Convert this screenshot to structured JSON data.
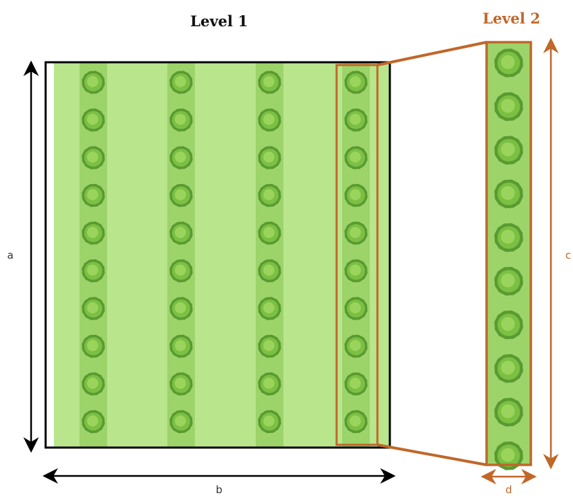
{
  "titles": {
    "level1": "Level 1",
    "level2": "Level 2"
  },
  "dimensions": {
    "a": "a",
    "b": "b",
    "c": "c",
    "d": "d"
  },
  "field": {
    "row_count": 4,
    "plants_per_row": 10,
    "highlighted_row": 4
  },
  "colors": {
    "light_field": "#b9e68c",
    "row_strip": "#9dd46a",
    "plant_outer": "#5a9a32",
    "plant_mid": "#7cc043",
    "plant_inner": "#9bd45c",
    "accent": "#c0672a",
    "black": "#000000",
    "dim_gray": "#333333"
  }
}
